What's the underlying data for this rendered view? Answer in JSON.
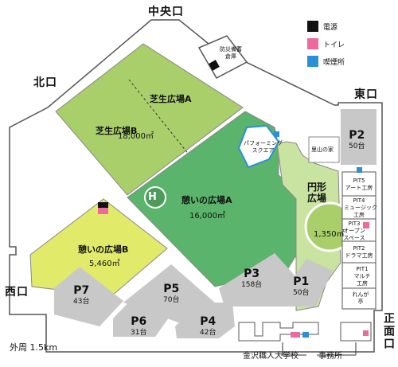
{
  "gates": {
    "north_center": "中央口",
    "north": "北口",
    "east": "東口",
    "west": "西口",
    "main": "正面口"
  },
  "legend": [
    {
      "label": "電源",
      "color": "#111111"
    },
    {
      "label": "トイレ",
      "color": "#ee6a9c"
    },
    {
      "label": "喫煙所",
      "color": "#2b8fd6"
    }
  ],
  "zones": {
    "shiba_a": {
      "name": "芝生広場A"
    },
    "shiba_b": {
      "name": "芝生広場B",
      "area": "18,000㎡"
    },
    "ikoi_a": {
      "name": "憩いの広場A",
      "area": "16,000㎡"
    },
    "ikoi_b": {
      "name": "憩いの広場B",
      "area": "5,460㎡"
    },
    "enkei": {
      "name_line1": "円形",
      "name_line2": "広場",
      "area": "1,350㎡"
    },
    "performing": {
      "line1": "パフォーミング",
      "line2": "スクエア"
    },
    "bosai": {
      "line1": "防災備蓄",
      "line2": "倉庫"
    },
    "satoyama": {
      "name": "里山の家"
    }
  },
  "parking": [
    {
      "id": "P1",
      "cap": "50台"
    },
    {
      "id": "P2",
      "cap": "50台"
    },
    {
      "id": "P3",
      "cap": "158台"
    },
    {
      "id": "P4",
      "cap": "42台"
    },
    {
      "id": "P5",
      "cap": "70台"
    },
    {
      "id": "P6",
      "cap": "31台"
    },
    {
      "id": "P7",
      "cap": "43台"
    }
  ],
  "pits": {
    "pit5": {
      "line1": "PIT5",
      "line2": "アート工房"
    },
    "pit4": {
      "line1": "PIT4",
      "line2": "ミュージック",
      "line3": "工房"
    },
    "pit3": {
      "line1": "PIT3",
      "line2": "オープン",
      "line3": "スペース"
    },
    "pit2": {
      "line1": "PIT2",
      "line2": "ドラマ工房"
    },
    "pit1": {
      "line1": "PIT1",
      "line2": "マルチ",
      "line3": "工房"
    },
    "renga": {
      "line1": "れんが",
      "line2": "亭"
    }
  },
  "buildings": {
    "school": "金沢職人大学校",
    "office": "事務所"
  },
  "heliport": "H",
  "perimeter": "外周 1.5km"
}
